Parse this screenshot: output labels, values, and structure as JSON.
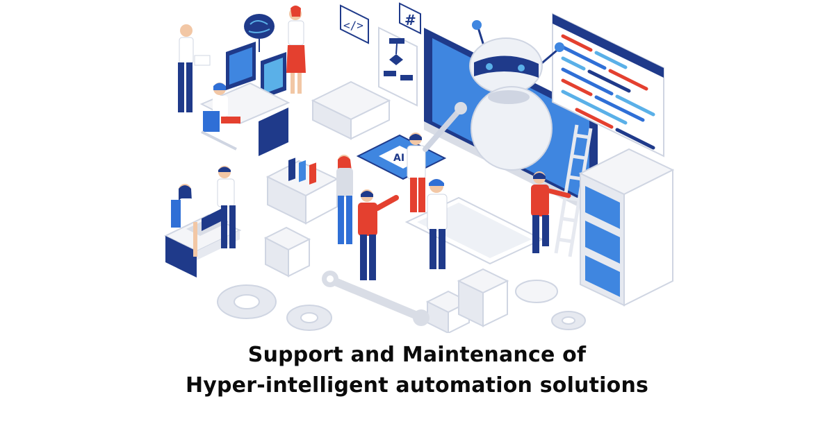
{
  "colors": {
    "navy": "#1f3a8a",
    "blue": "#2f6fd6",
    "light_blue": "#5ab0e8",
    "red": "#e4402f",
    "grey": "#d9dde6",
    "skin": "#f2c7a5"
  },
  "illustration": {
    "icons": [
      "code-tag-icon",
      "hash-icon",
      "flowchart-icon",
      "ai-chip-icon",
      "robot-icon",
      "gear-icon",
      "wrench-icon",
      "server-icon",
      "ladder-icon",
      "keyboard-icon",
      "mouse-icon",
      "laptop-icon",
      "box-icon",
      "brain-icon"
    ],
    "code_tag": "</>",
    "hash": "#",
    "chip_label": "AI"
  },
  "caption": {
    "line1": "Support and Maintenance of",
    "line2": "Hyper-intelligent automation solutions"
  }
}
